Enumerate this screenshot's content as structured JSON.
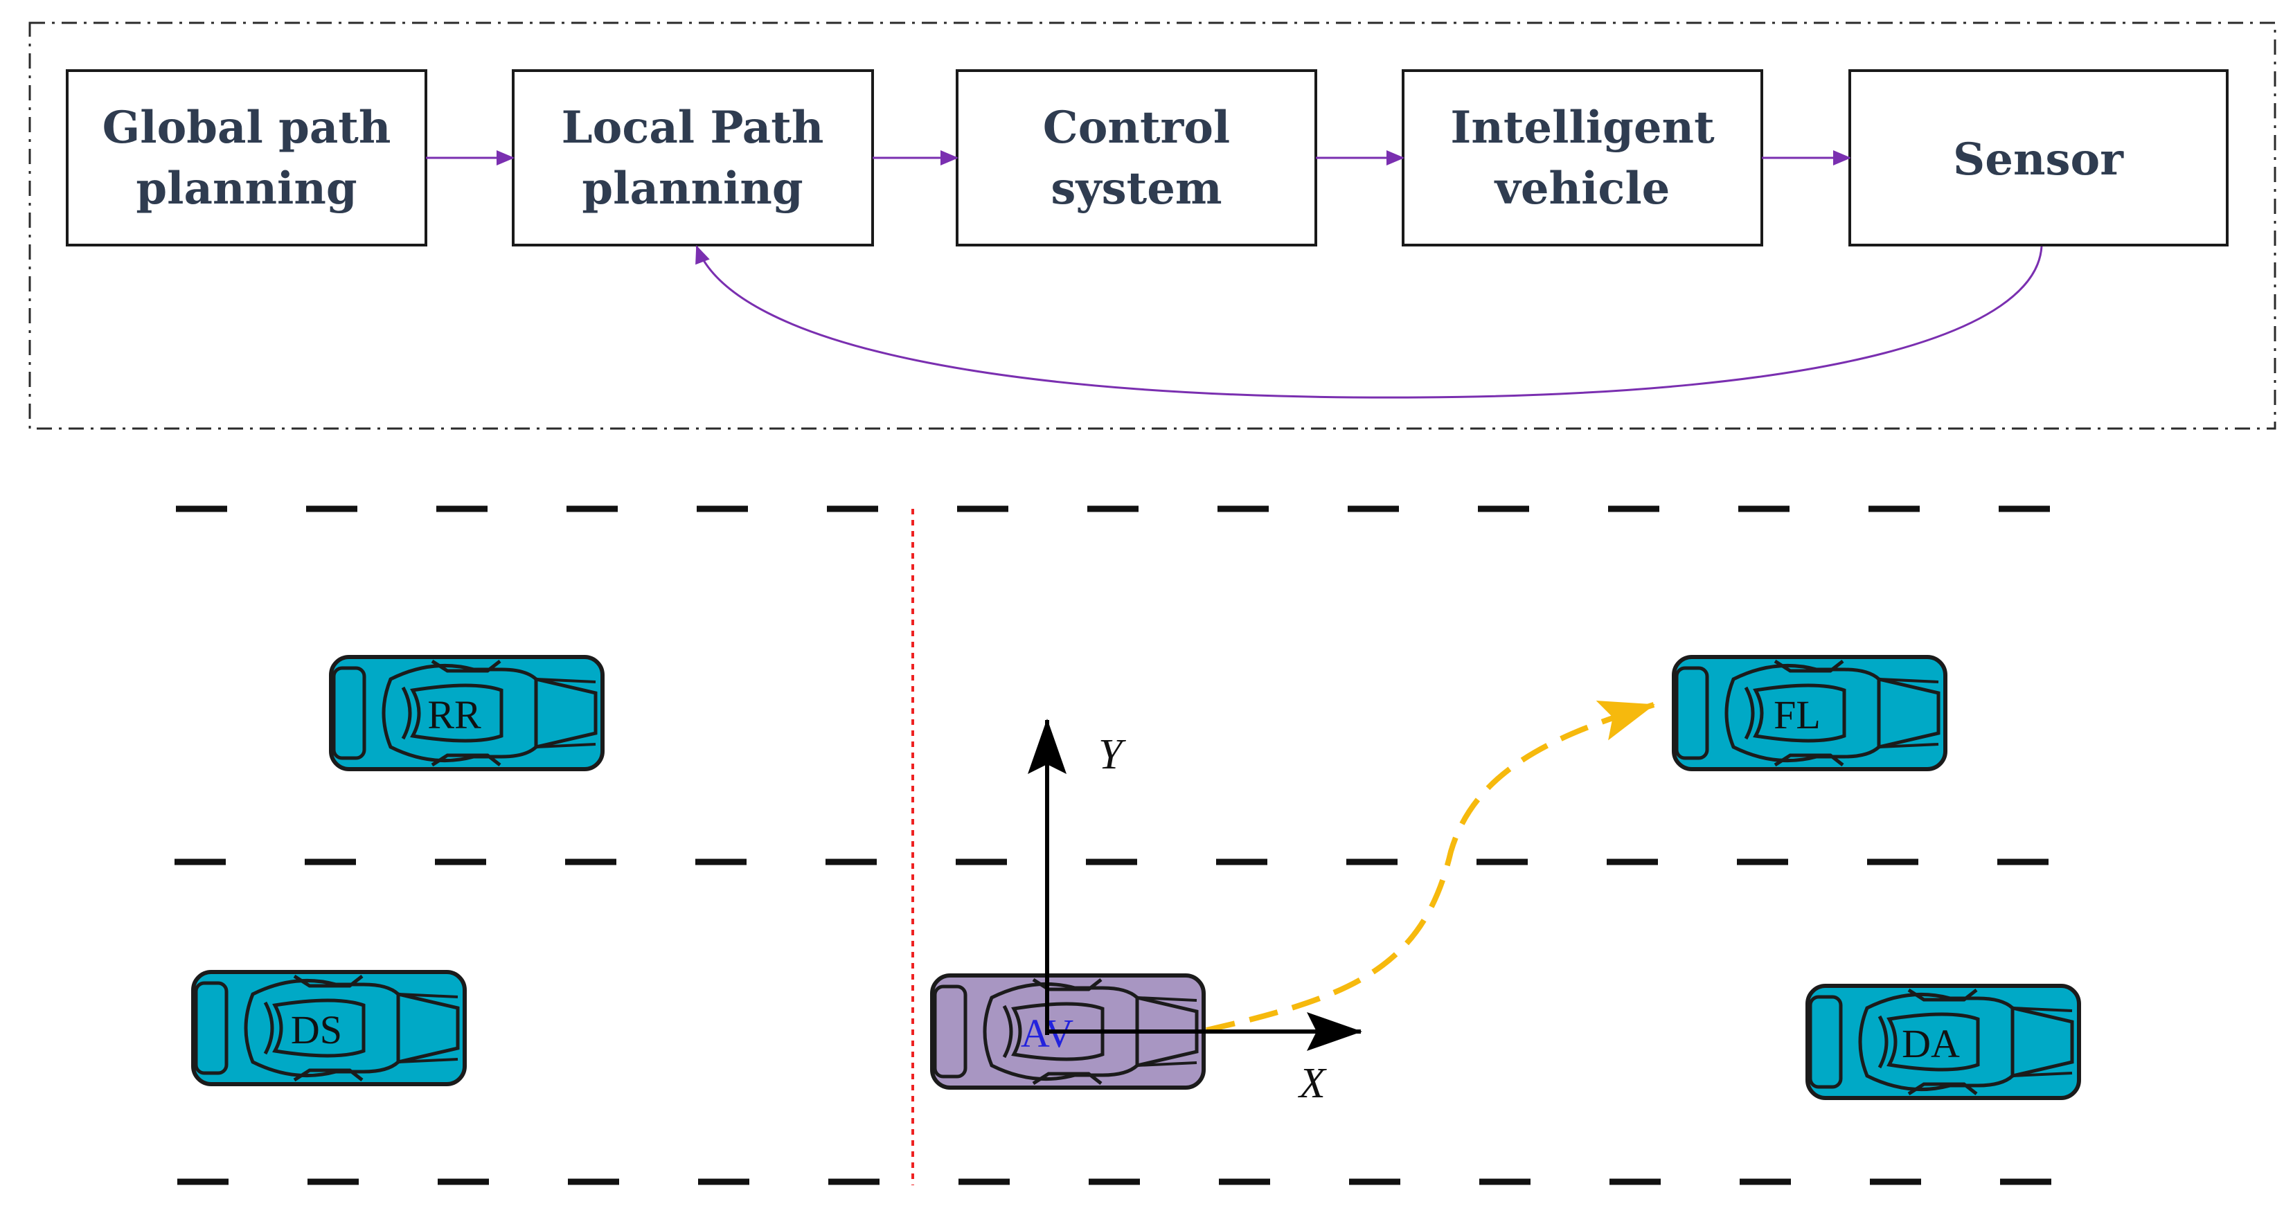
{
  "flow": {
    "boxes": [
      {
        "id": "global",
        "lines": [
          "Global path",
          "planning"
        ]
      },
      {
        "id": "local",
        "lines": [
          "Local Path",
          "planning"
        ]
      },
      {
        "id": "control",
        "lines": [
          "Control",
          "system"
        ]
      },
      {
        "id": "vehicle",
        "lines": [
          "Intelligent",
          "vehicle"
        ]
      },
      {
        "id": "sensor",
        "lines": [
          "Sensor"
        ]
      }
    ],
    "arrow_color": "#7a2fb0"
  },
  "scene": {
    "vehicles": [
      {
        "label": "RR",
        "role": "other"
      },
      {
        "label": "FL",
        "role": "other"
      },
      {
        "label": "DS",
        "role": "other"
      },
      {
        "label": "AV",
        "role": "ego"
      },
      {
        "label": "DA",
        "role": "other"
      }
    ],
    "axes": {
      "x_label": "X",
      "y_label": "Y"
    },
    "colors": {
      "other_vehicle": "#00a9c6",
      "ego_vehicle": "#a896c2",
      "ego_label": "#2222dd",
      "trajectory": "#f6b90d",
      "reference_line": "#ee2222",
      "lane_marking": "#111111"
    }
  }
}
